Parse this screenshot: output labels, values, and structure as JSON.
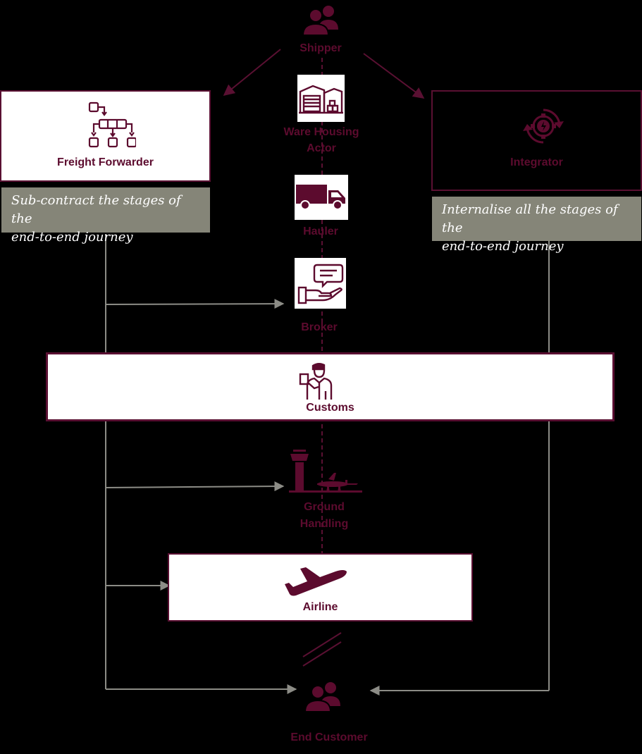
{
  "actors": {
    "shipper": "Shipper",
    "warehousing": [
      "Ware Housing",
      "Actor"
    ],
    "hauler": "Hauler",
    "broker": "Broker",
    "ground_handling": [
      "Ground",
      "Handling"
    ],
    "end_customer": "End Customer"
  },
  "boxes": {
    "freight_forwarder": "Freight Forwarder",
    "integrator": "Integrator",
    "customs": "Customs",
    "airline": "Airline"
  },
  "notes": {
    "forwarder": [
      "Sub-contract the stages of the",
      "end-to-end journey"
    ],
    "integrator": [
      "Internalise all the stages of the",
      "end-to-end journey"
    ]
  },
  "colors": {
    "maroon": "#5c0b2e",
    "connector_grey": "#8c8c86",
    "note_grey": "#858578",
    "background": "#000000"
  },
  "icons": {
    "shipper": "people-icon",
    "freight_forwarder": "org-chart-icon",
    "warehousing": "warehouse-icon",
    "hauler": "truck-icon",
    "broker": "hand-speech-icon",
    "integrator": "gear-cycle-icon",
    "customs": "officer-icon",
    "ground_handling": "control-tower-icon",
    "airline": "airplane-icon",
    "end_customer": "people-icon"
  }
}
